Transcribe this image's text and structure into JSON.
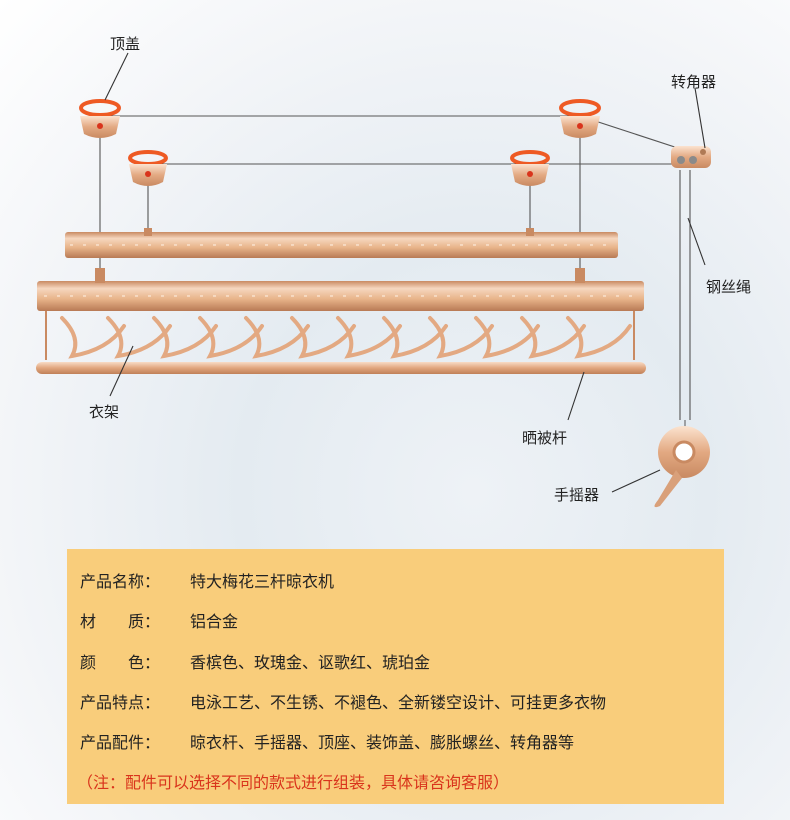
{
  "labels": {
    "top_cap": "顶盖",
    "corner": "转角器",
    "wire_rope": "钢丝绳",
    "hanger": "衣架",
    "quilt_rod": "晒被杆",
    "hand_crank": "手摇器"
  },
  "info": {
    "rows": [
      {
        "key": "产品名称：",
        "value": "特大梅花三杆晾衣机"
      },
      {
        "key": "材　　质：",
        "value": "铝合金"
      },
      {
        "key": "颜　　色：",
        "value": "香槟色、玫瑰金、讴歌红、琥珀金"
      },
      {
        "key": "产品特点：",
        "value": "电泳工艺、不生锈、不褪色、全新镂空设计、可挂更多衣物"
      },
      {
        "key": "产品配件：",
        "value": "晾衣杆、手摇器、顶座、装饰盖、膨胀螺丝、转角器等"
      }
    ],
    "note": "（注：配件可以选择不同的款式进行组装，具体请咨询客服）"
  },
  "colors": {
    "panel": "#f9cd7b",
    "note": "#d9341c",
    "gold": "#e8b48a",
    "ring": "#ee5a24"
  }
}
